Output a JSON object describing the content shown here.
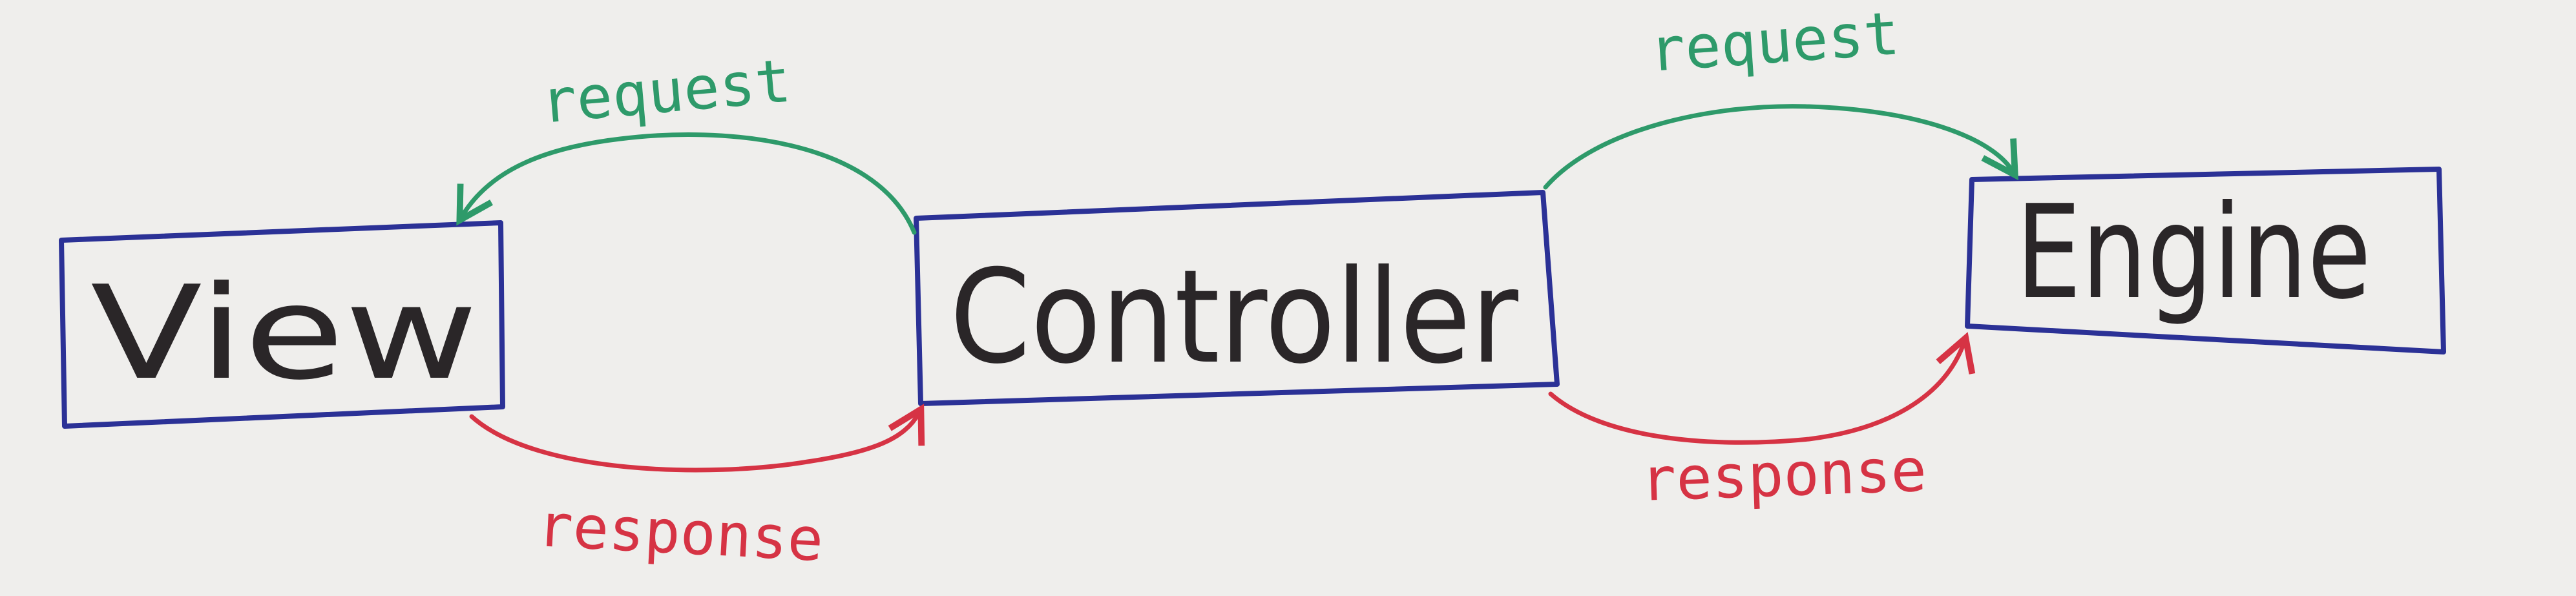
{
  "colors": {
    "paper": "#efeeec",
    "box_stroke": "#2b3196",
    "request": "#2e9a6a",
    "response": "#d63344",
    "ink": "#2a2628"
  },
  "nodes": {
    "view": "View",
    "controller": "Controller",
    "engine": "Engine"
  },
  "edges": {
    "controller_to_view_request": "request",
    "view_to_controller_response": "response",
    "controller_to_engine_request": "request",
    "engine_to_controller_response": "response"
  }
}
